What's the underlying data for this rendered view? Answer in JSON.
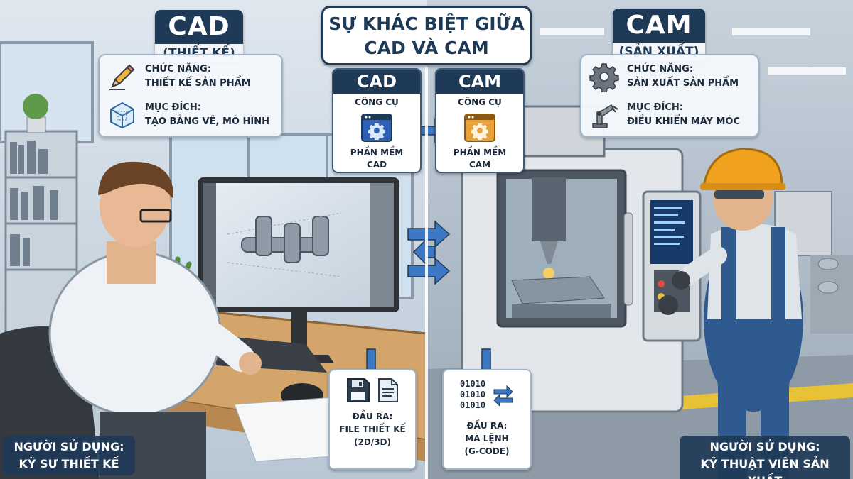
{
  "title": {
    "line1": "SỰ KHÁC BIỆT GIỮA",
    "line2": "CAD VÀ CAM"
  },
  "cad": {
    "tag": "CAD",
    "subtitle": "(THIẾT KẾ)",
    "function_label": "CHỨC NĂNG:",
    "function_value": "THIẾT KẾ SẢN PHẨM",
    "purpose_label": "MỤC ĐÍCH:",
    "purpose_value": "TẠO BẢNG VẼ, MÔ HÌNH",
    "tool_header": "CAD",
    "tool_label": "CÔNG CỤ",
    "software_line1": "PHẦN MỀM",
    "software_line2": "CAD",
    "output_label": "ĐẦU RA:",
    "output_line1": "FILE THIẾT KẾ",
    "output_line2": "(2D/3D)",
    "user_label": "NGƯỜI SỬ DỤNG:",
    "user_value": "KỸ SƯ THIẾT KẾ"
  },
  "cam": {
    "tag": "CAM",
    "subtitle": "(SẢN XUẤT)",
    "function_label": "CHỨC NĂNG:",
    "function_value": "SẢN XUẤT SẢN PHẨM",
    "purpose_label": "MỤC ĐÍCH:",
    "purpose_value": "ĐIỀU KHIỂN MÁY MÓC",
    "tool_header": "CAM",
    "tool_label": "CÔNG CỤ",
    "software_line1": "PHẦN MỀM",
    "software_line2": "CAM",
    "binary": [
      "01010",
      "01010",
      "01010"
    ],
    "output_label": "ĐẦU RA:",
    "output_line1": "MÃ LỆNH",
    "output_line2": "(G-CODE)",
    "user_label": "NGƯỜI SỬ DỤNG:",
    "user_value": "KỸ THUẬT VIÊN SẢN XUẤT"
  },
  "colors": {
    "navy": "#1f3a57",
    "accent_blue": "#3d78c4",
    "cad_app": "#2f62b6",
    "cam_app": "#e9a23b",
    "helmet": "#f0a21e"
  },
  "icons": [
    "pencil-icon",
    "cube-icon",
    "gear-icon",
    "robot-arm-icon",
    "floppy-disk-icon",
    "document-icon",
    "swap-arrows-icon",
    "arrow-right-icon",
    "arrow-down-icon"
  ]
}
